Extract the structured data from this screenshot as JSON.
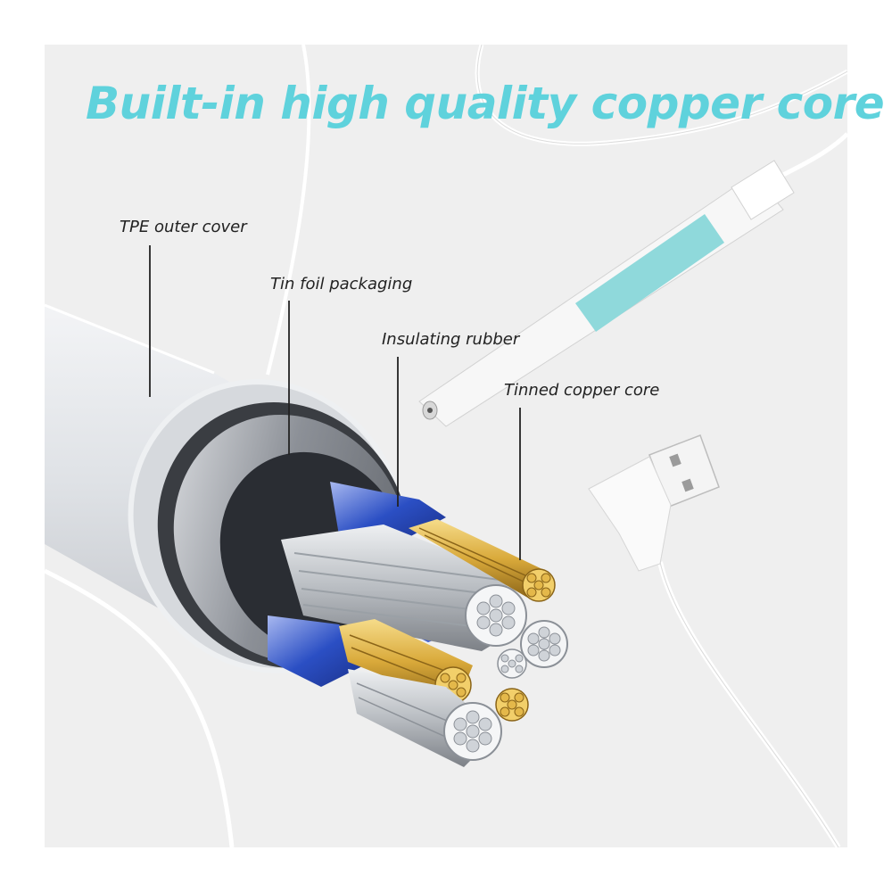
{
  "headline": "Built-in high quality copper core",
  "labels": {
    "tpe_outer_cover": "TPE outer cover",
    "tin_foil_packaging": "Tin foil packaging",
    "insulating_rubber": "Insulating rubber",
    "tinned_copper_core": "Tinned copper core"
  },
  "colors": {
    "headline": "#5fd2dc",
    "panel_background": "#efefef",
    "leader_lines": "#222222",
    "copper_strands": "#d9a93a",
    "aluminum_strands": "#c6c9cc",
    "inner_insulation": "#2b4fc4",
    "accent_band": "#8fd9db"
  }
}
